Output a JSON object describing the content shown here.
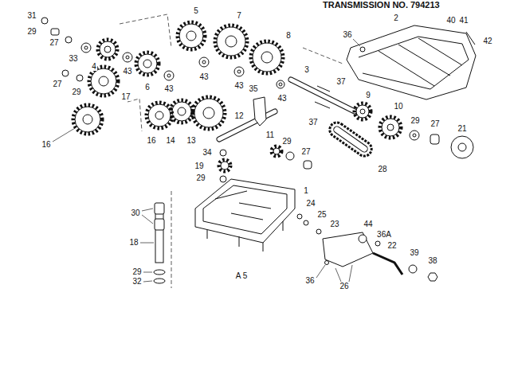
{
  "diagram": {
    "title": "TRANSMISSION NO. 794213",
    "labels": [
      "31",
      "29",
      "27",
      "33",
      "4",
      "43",
      "6",
      "43",
      "5",
      "43",
      "7",
      "43",
      "8",
      "43",
      "2",
      "40",
      "41",
      "42",
      "36",
      "3",
      "37",
      "37",
      "9",
      "10",
      "29",
      "27",
      "21",
      "27",
      "29",
      "17",
      "16",
      "16",
      "14",
      "13",
      "35",
      "12",
      "11",
      "29",
      "27",
      "28",
      "34",
      "19",
      "29",
      "1",
      "24",
      "25",
      "23",
      "30",
      "18",
      "29",
      "32",
      "44",
      "36A",
      "22",
      "39",
      "38",
      "36",
      "26",
      "A 5"
    ]
  }
}
